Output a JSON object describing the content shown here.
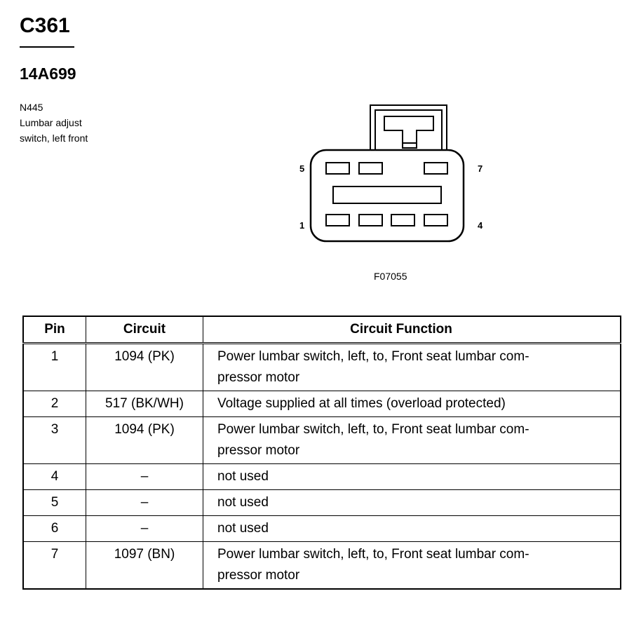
{
  "header": {
    "connector_id": "C361",
    "part_number": "14A699",
    "component_code": "N445",
    "component_name_line1": "Lumbar adjust",
    "component_name_line2": "switch, left front"
  },
  "diagram": {
    "pin_labels": {
      "top_left": "5",
      "top_right": "7",
      "bottom_left": "1",
      "bottom_right": "4"
    },
    "figure_ref": "F07055"
  },
  "table": {
    "headers": {
      "pin": "Pin",
      "circuit": "Circuit",
      "function": "Circuit Function"
    },
    "rows": [
      {
        "pin": "1",
        "circuit": "1094 (PK)",
        "func_line1": "Power lumbar switch, left, to, Front seat lumbar com-",
        "func_line2": "pressor motor"
      },
      {
        "pin": "2",
        "circuit": "517 (BK/WH)",
        "func_line1": "Voltage supplied at all times (overload protected)",
        "func_line2": ""
      },
      {
        "pin": "3",
        "circuit": "1094 (PK)",
        "func_line1": "Power lumbar switch, left, to, Front seat lumbar com-",
        "func_line2": "pressor motor"
      },
      {
        "pin": "4",
        "circuit": "–",
        "func_line1": "not used",
        "func_line2": ""
      },
      {
        "pin": "5",
        "circuit": "–",
        "func_line1": "not used",
        "func_line2": ""
      },
      {
        "pin": "6",
        "circuit": "–",
        "func_line1": "not used",
        "func_line2": ""
      },
      {
        "pin": "7",
        "circuit": "1097 (BN)",
        "func_line1": "Power lumbar switch, left, to, Front seat lumbar com-",
        "func_line2": "pressor motor"
      }
    ]
  }
}
